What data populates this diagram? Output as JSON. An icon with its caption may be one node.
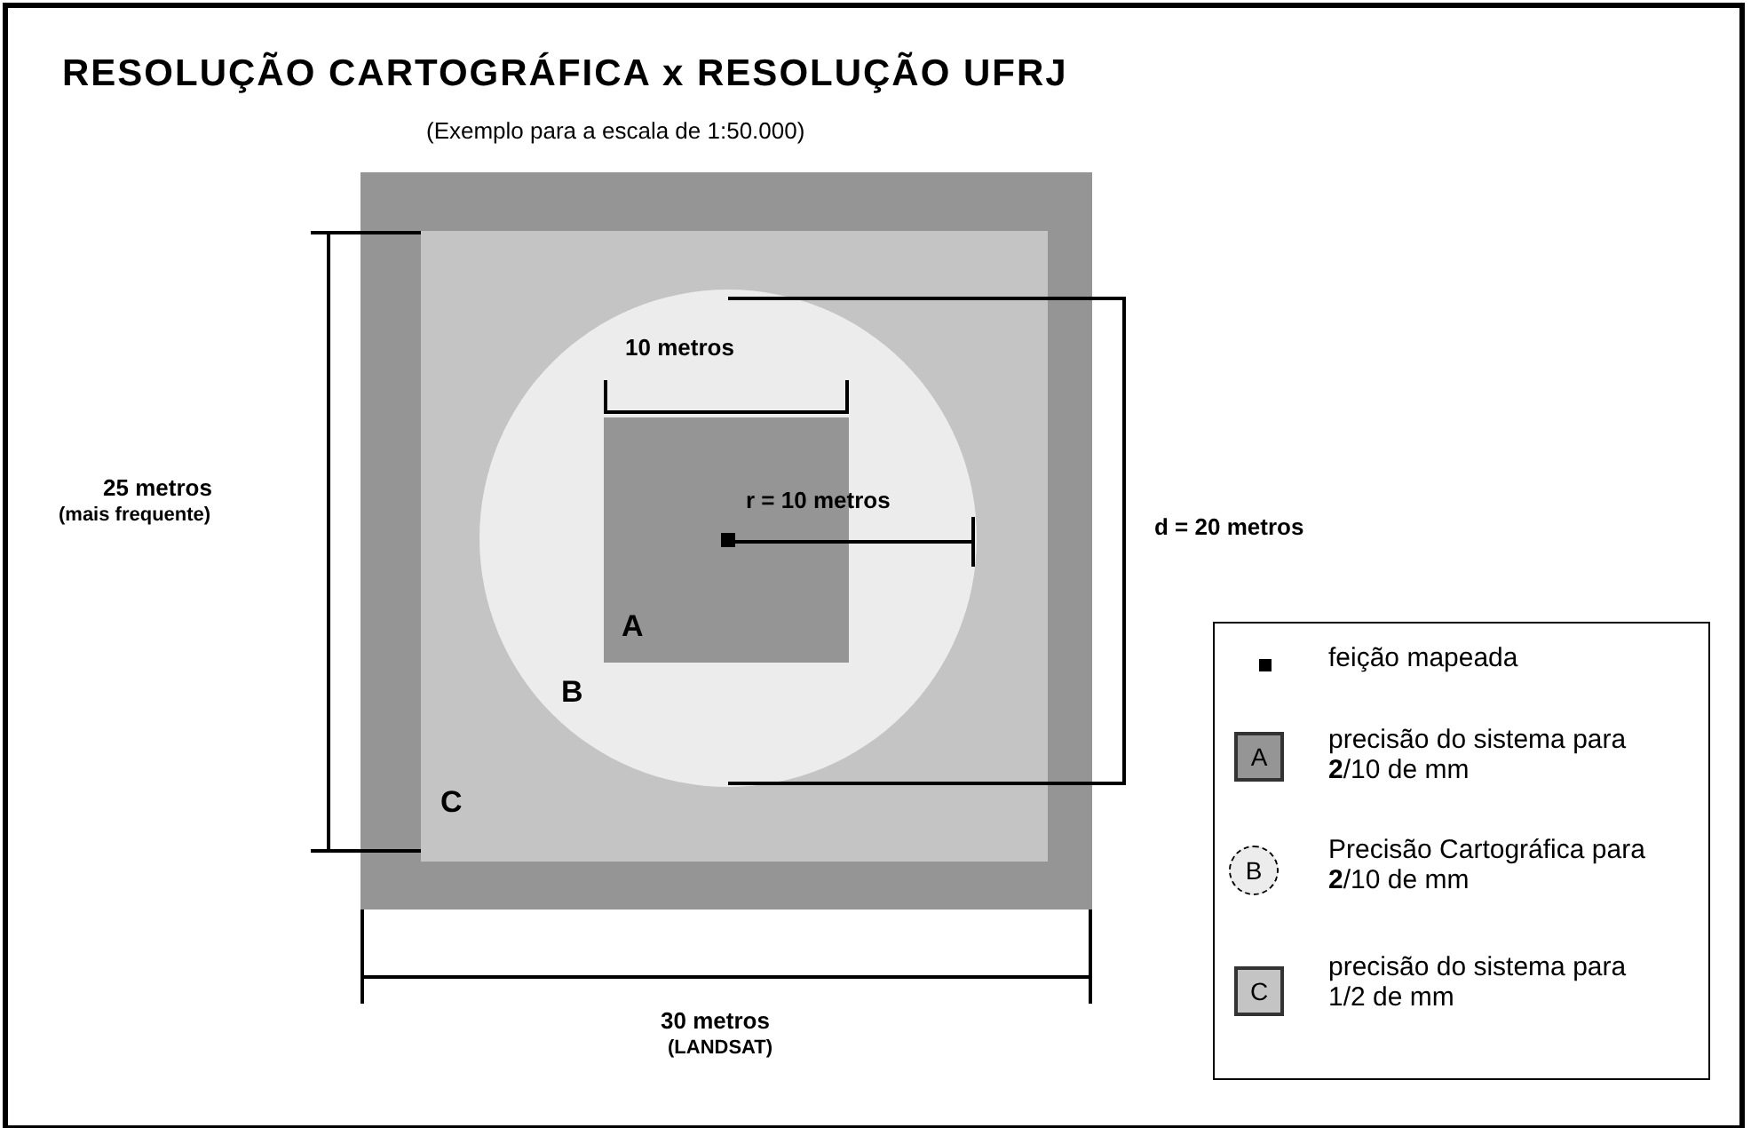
{
  "diagram": {
    "title": "RESOLUÇÃO CARTOGRÁFICA x RESOLUÇÃO UFRJ",
    "nodes": [
      {
        "text": [],
        "shape": "box"
      },
      {
        "text": [
          "C"
        ],
        "in": 0
      },
      {
        "text": [
          "B"
        ],
        "in": 1
      },
      {
        "text": [
          "A"
        ],
        "in": 2
      },
      {
        "text": [],
        "shape": "box",
        "in": 3
      }
    ],
    "edges": [],
    "labels": [
      "(Exemplo para a escala de 1:50.000)",
      "10 metros",
      "r = 10 metros",
      "25 metros",
      "(mais frequente)",
      "d = 20 metros",
      "A",
      "B",
      "C",
      "30 metros",
      "(LANDSAT)"
    ],
    "legend": [
      {
        "text": "feição mapeada"
      },
      {
        "text": "precisão do sistema para **2**/10 de mm"
      },
      {
        "text": "Precisão Cartográfica para **2**/10 de mm"
      },
      {
        "text": "precisão do sistema para 1/2 de mm"
      }
    ]
  }
}
